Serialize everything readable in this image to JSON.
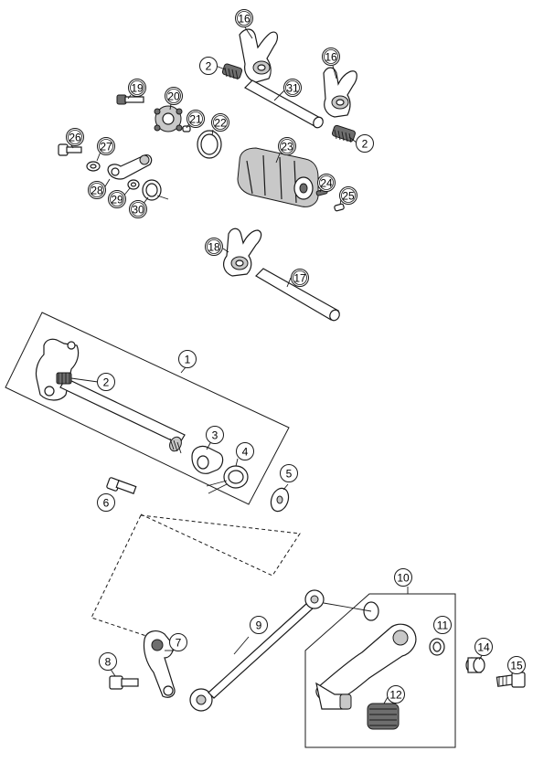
{
  "callouts": [
    {
      "id": "c16a",
      "label": "16",
      "shaded": true
    },
    {
      "id": "c16b",
      "label": "16",
      "shaded": true
    },
    {
      "id": "c2a",
      "label": "2",
      "shaded": false
    },
    {
      "id": "c31",
      "label": "31",
      "shaded": true
    },
    {
      "id": "c2b",
      "label": "2",
      "shaded": false
    },
    {
      "id": "c19",
      "label": "19",
      "shaded": true
    },
    {
      "id": "c20",
      "label": "20",
      "shaded": true
    },
    {
      "id": "c21",
      "label": "21",
      "shaded": true
    },
    {
      "id": "c22",
      "label": "22",
      "shaded": true
    },
    {
      "id": "c26",
      "label": "26",
      "shaded": true
    },
    {
      "id": "c27",
      "label": "27",
      "shaded": true
    },
    {
      "id": "c23",
      "label": "23",
      "shaded": true
    },
    {
      "id": "c28",
      "label": "28",
      "shaded": true
    },
    {
      "id": "c29",
      "label": "29",
      "shaded": true
    },
    {
      "id": "c30",
      "label": "30",
      "shaded": true
    },
    {
      "id": "c24",
      "label": "24",
      "shaded": true
    },
    {
      "id": "c25",
      "label": "25",
      "shaded": true
    },
    {
      "id": "c18",
      "label": "18",
      "shaded": true
    },
    {
      "id": "c17",
      "label": "17",
      "shaded": true
    },
    {
      "id": "c1",
      "label": "1",
      "shaded": false
    },
    {
      "id": "c2c",
      "label": "2",
      "shaded": false
    },
    {
      "id": "c3",
      "label": "3",
      "shaded": false
    },
    {
      "id": "c4",
      "label": "4",
      "shaded": false
    },
    {
      "id": "c5",
      "label": "5",
      "shaded": false
    },
    {
      "id": "c6",
      "label": "6",
      "shaded": false
    },
    {
      "id": "c10",
      "label": "10",
      "shaded": false
    },
    {
      "id": "c9",
      "label": "9",
      "shaded": false
    },
    {
      "id": "c11",
      "label": "11",
      "shaded": false
    },
    {
      "id": "c7",
      "label": "7",
      "shaded": false
    },
    {
      "id": "c14",
      "label": "14",
      "shaded": false
    },
    {
      "id": "c15",
      "label": "15",
      "shaded": false
    },
    {
      "id": "c8",
      "label": "8",
      "shaded": false
    },
    {
      "id": "c12",
      "label": "12",
      "shaded": false
    }
  ]
}
